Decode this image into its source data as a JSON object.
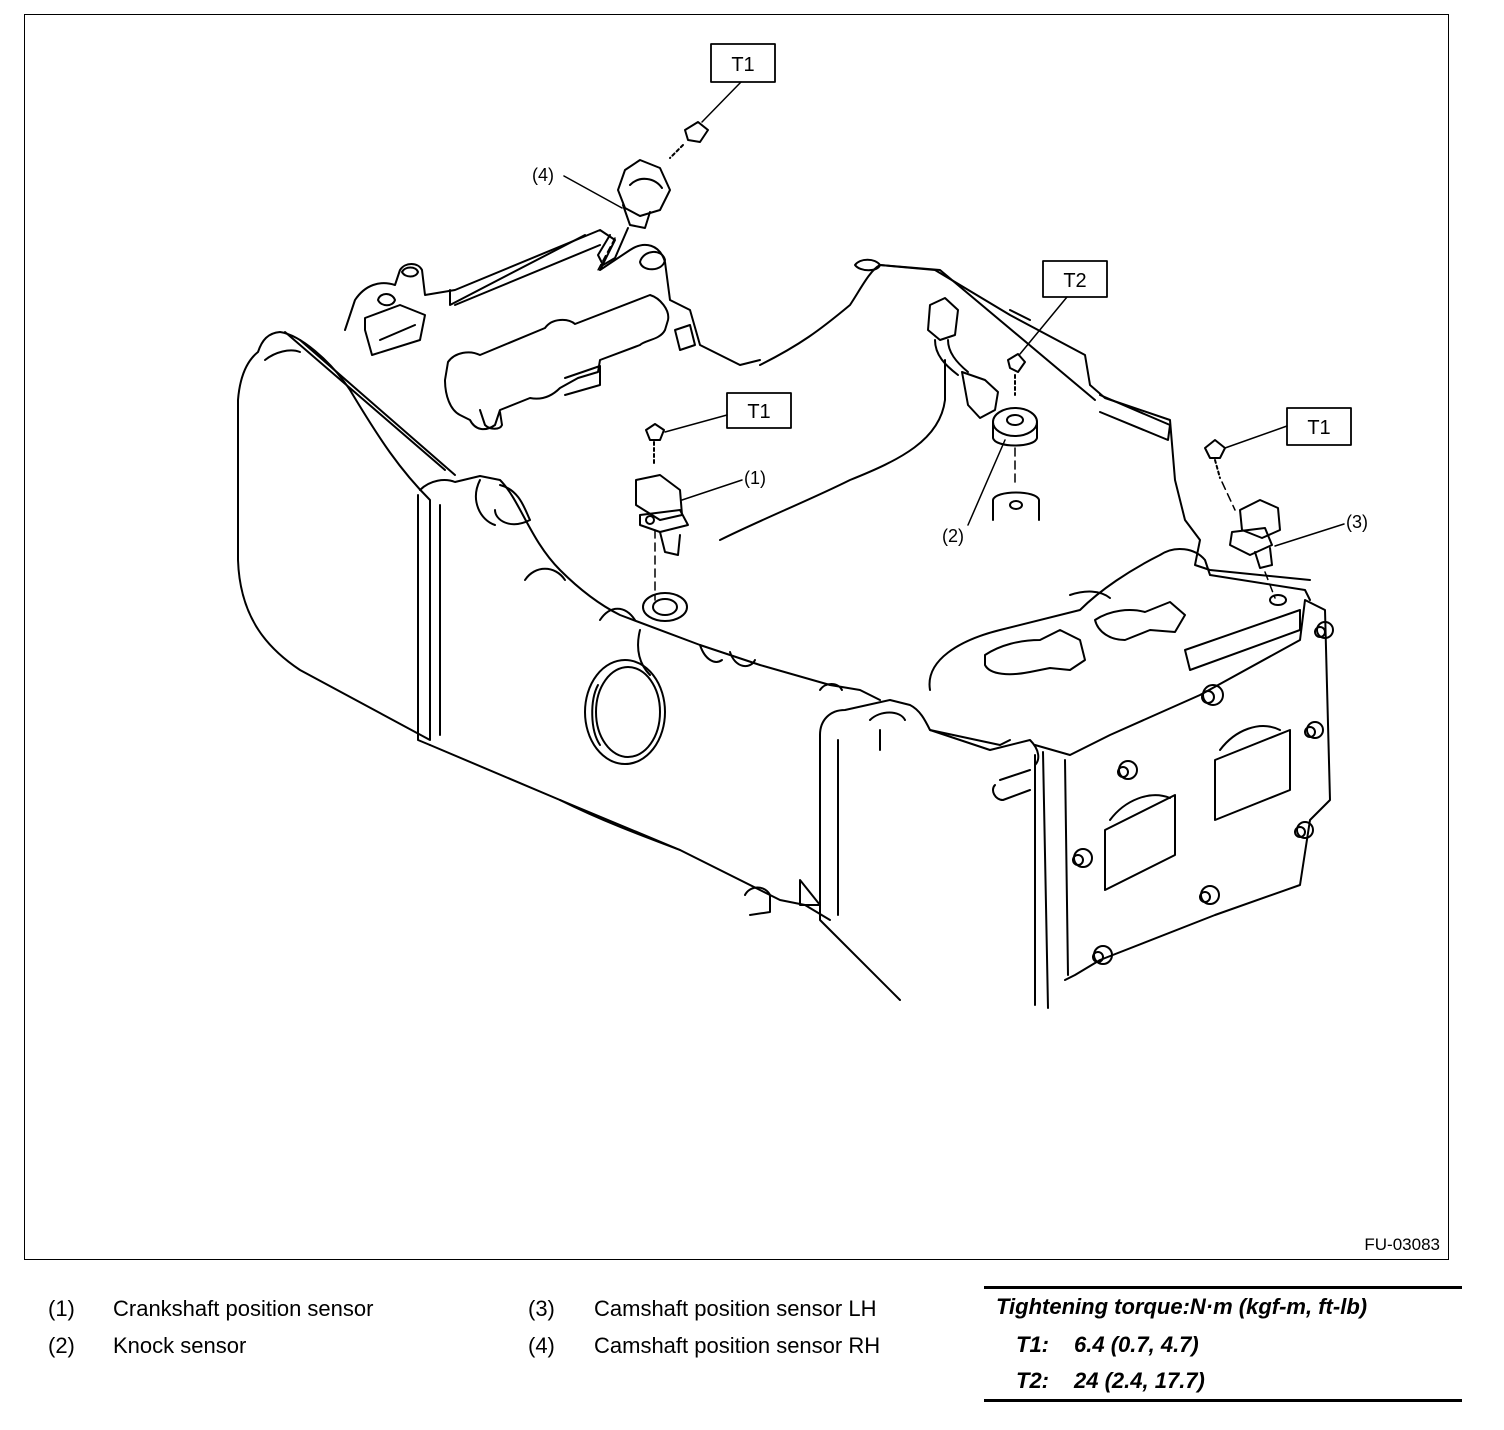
{
  "figure": {
    "id": "FU-03083",
    "callouts": [
      "(1)",
      "(2)",
      "(3)",
      "(4)"
    ],
    "torque_tags": [
      "T1",
      "T2",
      "T1",
      "T1"
    ]
  },
  "legend": {
    "items": [
      {
        "num": "(1)",
        "label": "Crankshaft position sensor"
      },
      {
        "num": "(2)",
        "label": "Knock sensor"
      },
      {
        "num": "(3)",
        "label": "Camshaft position sensor LH"
      },
      {
        "num": "(4)",
        "label": "Camshaft position sensor RH"
      }
    ]
  },
  "torque": {
    "title": "Tightening torque:N·m (kgf-m, ft-lb)",
    "rows": [
      {
        "key": "T1:",
        "value": "6.4 (0.7, 4.7)"
      },
      {
        "key": "T2:",
        "value": "24 (2.4, 17.7)"
      }
    ]
  }
}
